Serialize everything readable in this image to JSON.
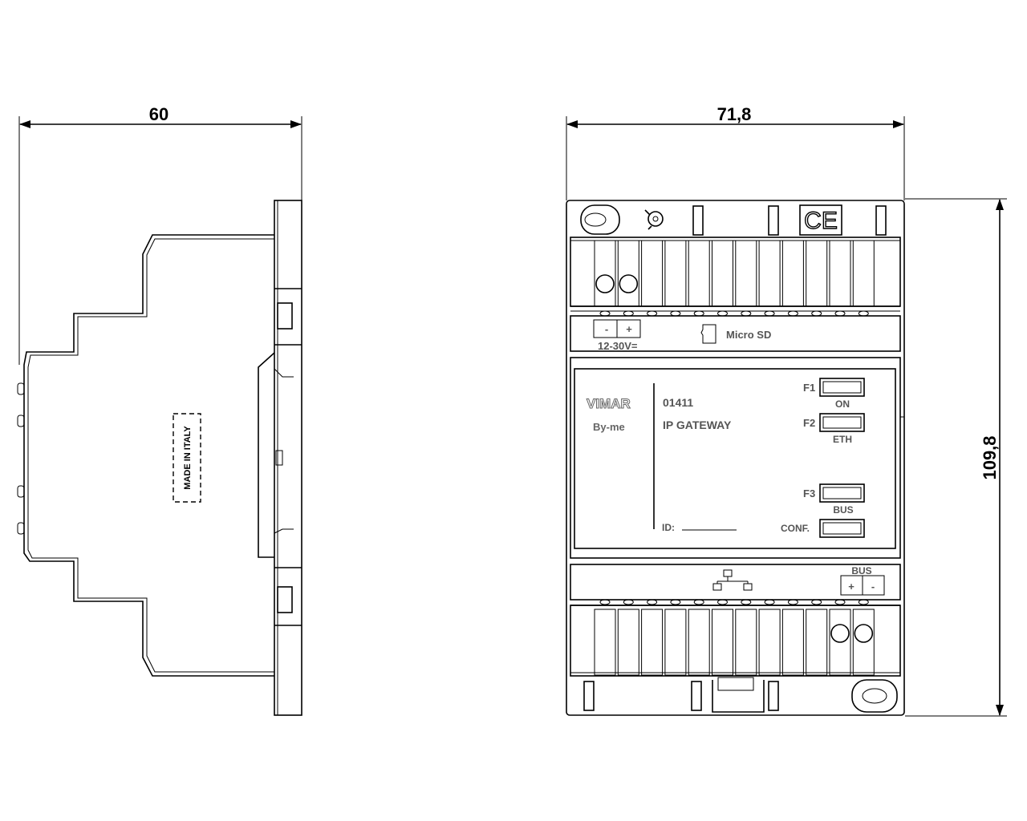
{
  "dimensions": {
    "side_width": "60",
    "front_width": "71,8",
    "front_height": "109,8"
  },
  "side_view": {
    "origin_label": "MADE IN ITALY"
  },
  "front_view": {
    "power_label": "12-30V=",
    "power_minus": "-",
    "power_plus": "+",
    "micro_sd_label": "Micro SD",
    "brand": "VIMAR",
    "brand_line": "By-me",
    "product_code": "01411",
    "product_name": "IP GATEWAY",
    "id_label": "ID:",
    "f1_label": "F1",
    "f1_led": "ON",
    "f2_label": "F2",
    "f2_led": "ETH",
    "f3_label": "F3",
    "f3_led": "BUS",
    "conf_label": "CONF.",
    "bus_label": "BUS",
    "bus_plus": "+",
    "bus_minus": "-",
    "ce_mark": "CE"
  }
}
